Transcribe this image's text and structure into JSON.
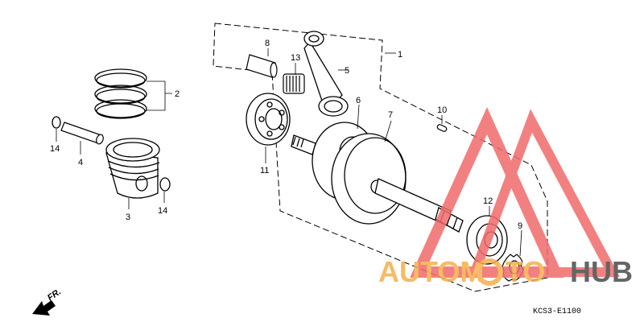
{
  "diagram": {
    "callouts": [
      "1",
      "2",
      "3",
      "4",
      "5",
      "6",
      "7",
      "8",
      "9",
      "10",
      "11",
      "12",
      "13",
      "14",
      "14"
    ],
    "front_label": "FR.",
    "drawing_code": "KCS3-E1100"
  },
  "watermark": {
    "text_a": "AUTOM",
    "text_b": "TO",
    "text_c": "HUB",
    "colors": {
      "triangle": "#f26b6b",
      "orange": "#f5b04a",
      "dark": "#4b4b4b"
    }
  }
}
